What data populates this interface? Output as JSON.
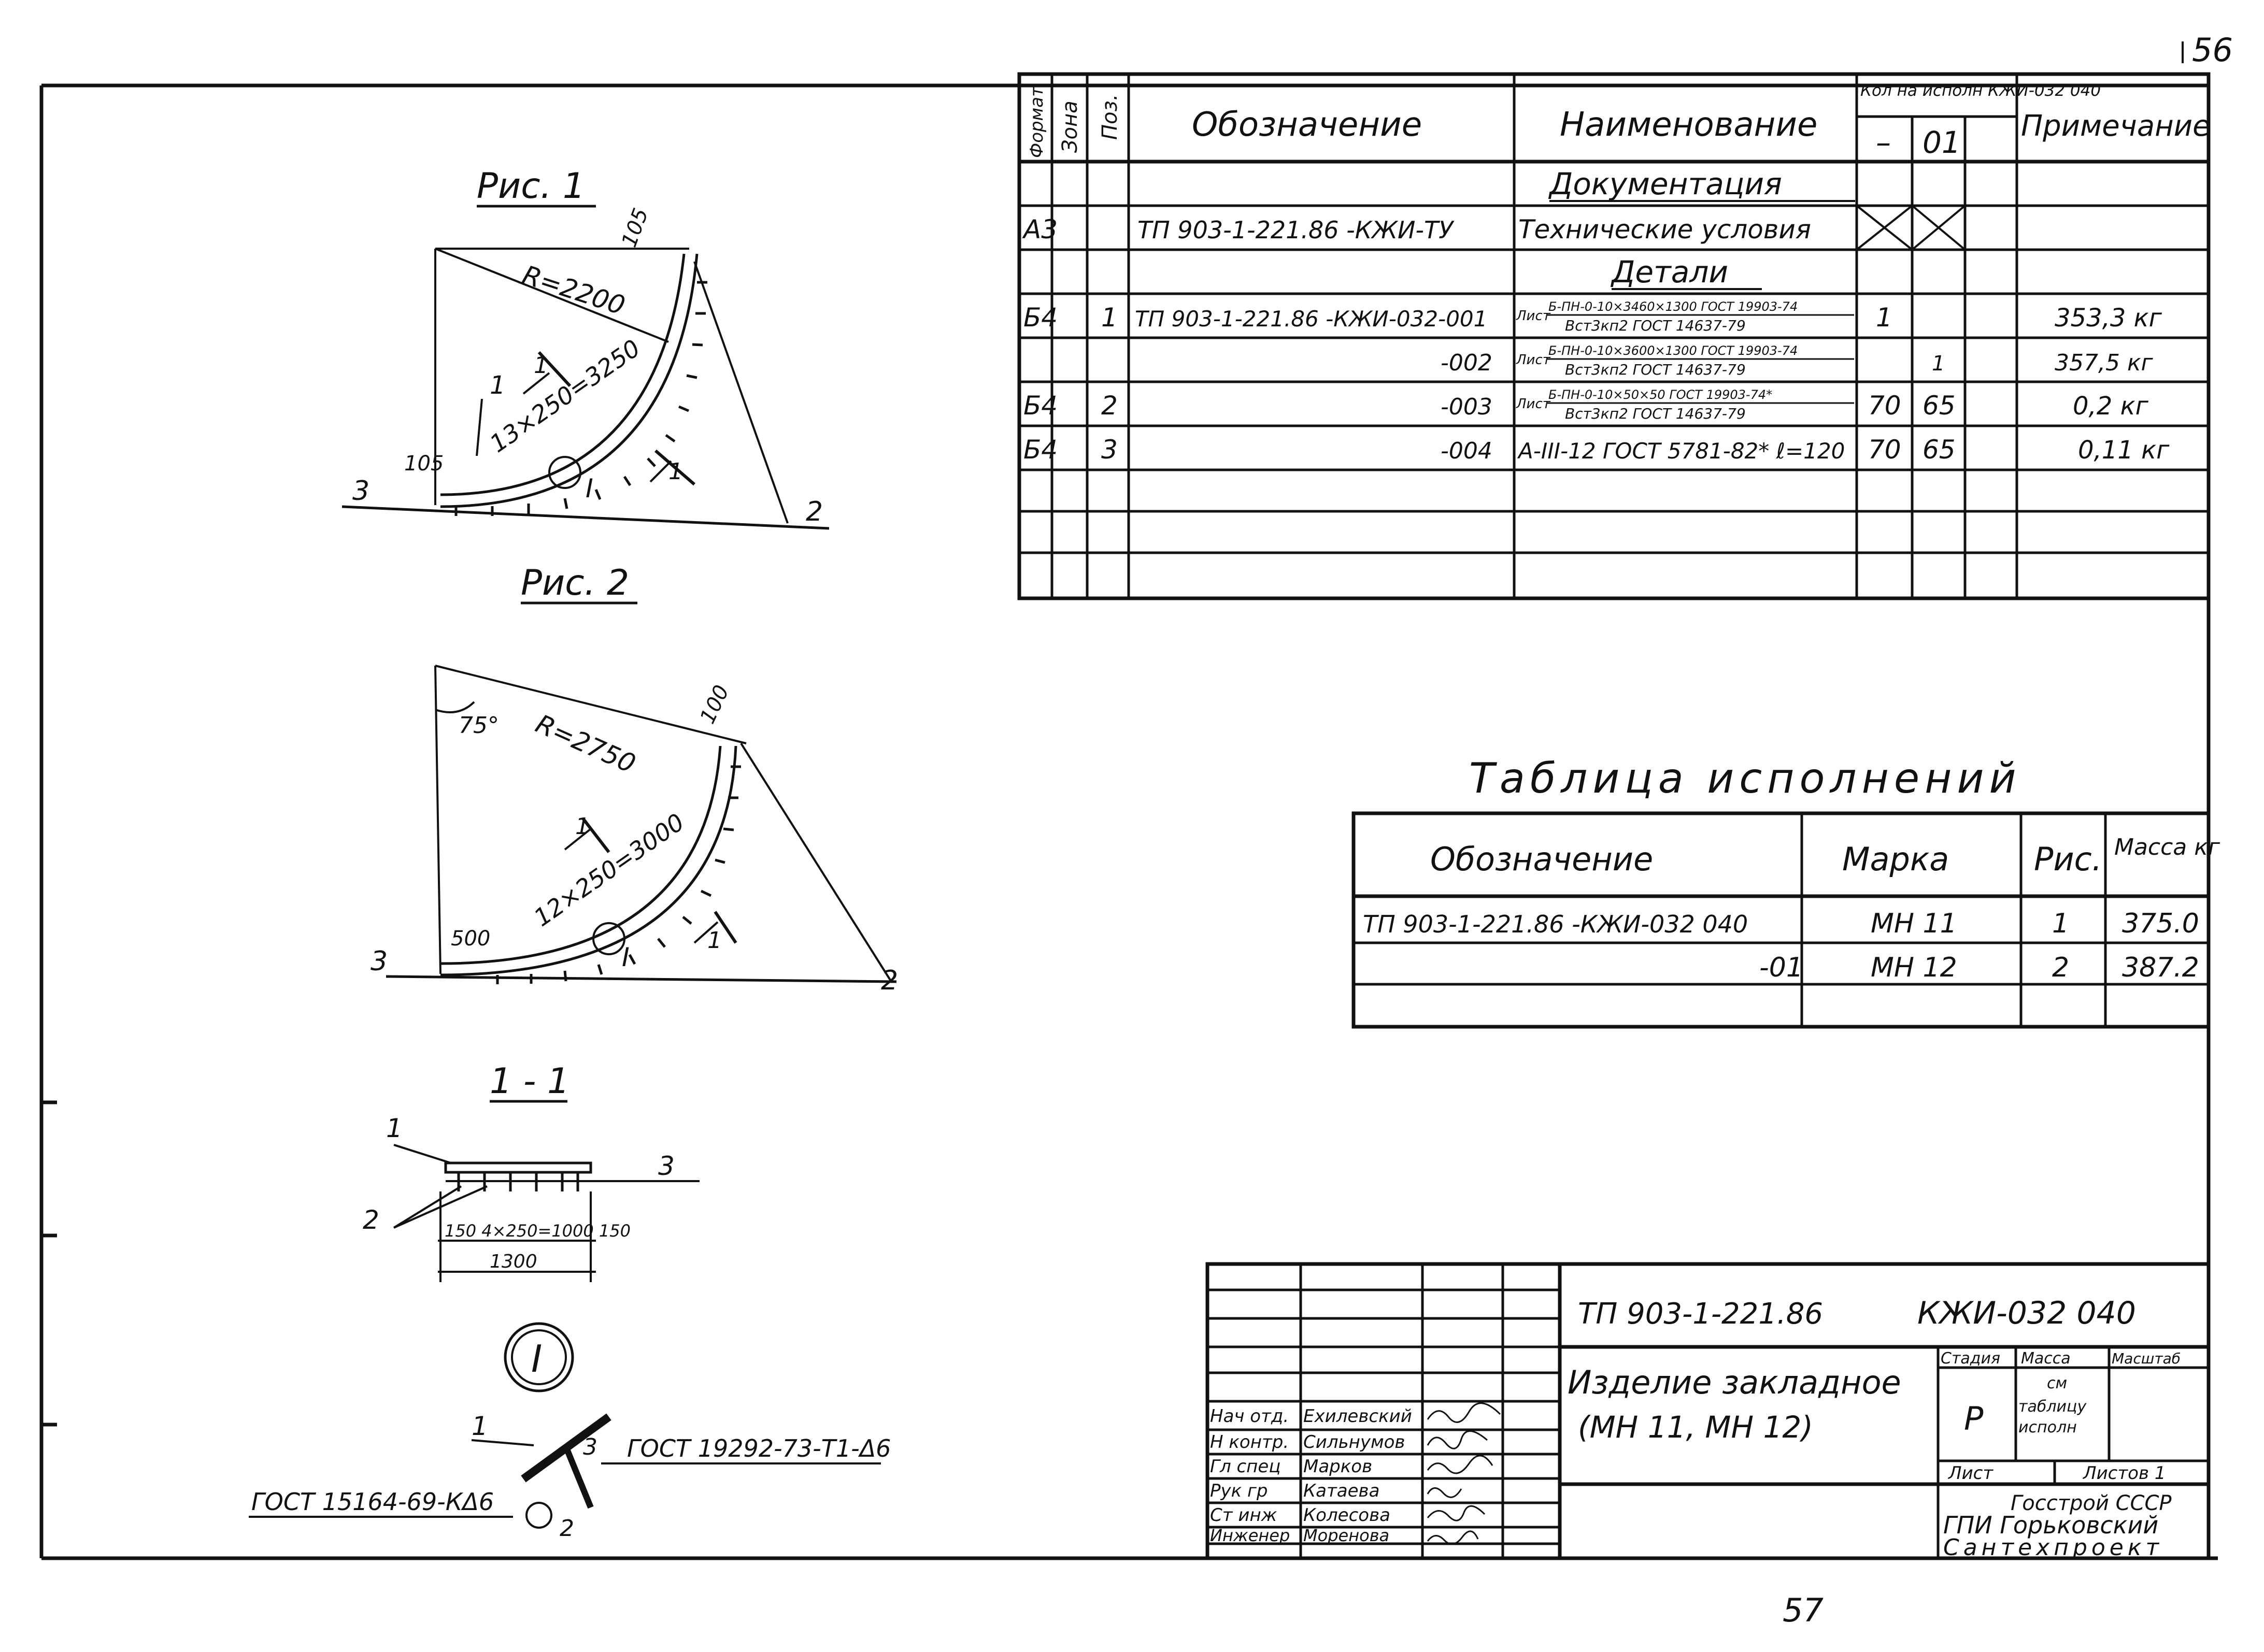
{
  "page_number_top": "56",
  "page_number_bottom": "57",
  "figures": {
    "fig1": {
      "title": "Рис. 1",
      "radius_label": "R=2200",
      "offset_top": "105",
      "offset_left": "105",
      "arc_pitch": "13×250=3250",
      "section_mark": "1",
      "node_mark": "I",
      "leader_left": "3",
      "leader_right": "2"
    },
    "fig2": {
      "title": "Рис. 2",
      "angle_label": "75°",
      "radius_label": "R=2750",
      "offset_top": "100",
      "offset_left": "500",
      "arc_pitch": "12×250=3000",
      "section_mark": "1",
      "node_mark": "I",
      "leader_left": "3",
      "leader_right": "2"
    },
    "section": {
      "title": "1 - 1",
      "label_plate": "1",
      "label_anchor": "2",
      "label_surface": "3",
      "dims_inner": "150  4×250=1000  150",
      "dim_total": "1300"
    },
    "node": {
      "title": "I",
      "label_plate": "1",
      "label_weld_top": "3",
      "label_anchor": "2",
      "weld_top": "ГОСТ 19292-73-Т1-Δ6",
      "weld_bottom": "ГОСТ 15164-69-КΔ6"
    }
  },
  "spec_table": {
    "headers": {
      "format": "Формат",
      "zone": "Зона",
      "pos": "Поз.",
      "designation": "Обозначение",
      "name": "Наименование",
      "qty_group": "Кол на исполн КЖИ-032 040",
      "qty_base": "–",
      "qty_01": "01",
      "note": "Примечание"
    },
    "rows": [
      {
        "format": "",
        "pos": "",
        "designation": "",
        "name": "Документация",
        "qty_base": "",
        "qty_01": "",
        "note": ""
      },
      {
        "format": "А3",
        "pos": "",
        "designation": "ТП 903-1-221.86  -КЖИ-ТУ",
        "name": "Технические условия",
        "qty_base": "",
        "qty_01": "",
        "note": ""
      },
      {
        "format": "",
        "pos": "",
        "designation": "",
        "name": "Детали",
        "qty_base": "",
        "qty_01": "",
        "note": ""
      },
      {
        "format": "Б4",
        "pos": "1",
        "designation": "ТП 903-1-221.86  -КЖИ-032-001",
        "name_prefix": "Лист",
        "name_top": "Б-ПН-0-10×3460×1300 ГОСТ 19903-74",
        "name_bottom": "Вст3кп2 ГОСТ 14637-79",
        "qty_base": "1",
        "qty_01": "",
        "note": "353,3 кг"
      },
      {
        "format": "",
        "pos": "",
        "designation": "-002",
        "name_prefix": "Лист",
        "name_top": "Б-ПН-0-10×3600×1300 ГОСТ 19903-74",
        "name_bottom": "Вст3кп2 ГОСТ 14637-79",
        "qty_base": "",
        "qty_01": "1",
        "note": "357,5 кг"
      },
      {
        "format": "Б4",
        "pos": "2",
        "designation": "-003",
        "name_prefix": "Лист",
        "name_top": "Б-ПН-0-10×50×50 ГОСТ 19903-74*",
        "name_bottom": "Вст3кп2 ГОСТ 14637-79",
        "qty_base": "70",
        "qty_01": "65",
        "note": "0,2 кг"
      },
      {
        "format": "Б4",
        "pos": "3",
        "designation": "-004",
        "name": "А-III-12 ГОСТ 5781-82* ℓ=120",
        "qty_base": "70",
        "qty_01": "65",
        "note": "0,11 кг"
      }
    ]
  },
  "exec_table": {
    "title": "Таблица исполнений",
    "headers": {
      "designation": "Обозначение",
      "mark": "Марка",
      "fig": "Рис.",
      "mass": "Масса кг"
    },
    "rows": [
      {
        "designation": "ТП 903-1-221.86  -КЖИ-032 040",
        "mark": "МН 11",
        "fig": "1",
        "mass": "375.0"
      },
      {
        "designation": "-01",
        "mark": "МН 12",
        "fig": "2",
        "mass": "387.2"
      }
    ]
  },
  "title_block": {
    "project": "ТП 903-1-221.86",
    "code": "КЖИ-032 040",
    "title_line1": "Изделие закладное",
    "title_line2": "(МН 11, МН 12)",
    "stage_label": "Стадия",
    "mass_label": "Масса",
    "scale_label": "Масштаб",
    "stage_value": "Р",
    "mass_value_1": "см",
    "mass_value_2": "таблицу",
    "mass_value_3": "исполн",
    "sheet_label": "Лист",
    "sheets_label": "Листов 1",
    "org_line1": "Госстрой СССР",
    "org_line2": "ГПИ Горьковский",
    "org_line3": "Сантехпроект",
    "signatures": [
      {
        "role": "Нач отд.",
        "name": "Ехилевский"
      },
      {
        "role": "Н контр.",
        "name": "Сильнумов"
      },
      {
        "role": "Гл спец",
        "name": "Марков"
      },
      {
        "role": "Рук гр",
        "name": "Катаева"
      },
      {
        "role": "Ст инж",
        "name": "Колесова"
      },
      {
        "role": "Инженер",
        "name": "Моренова"
      }
    ]
  }
}
